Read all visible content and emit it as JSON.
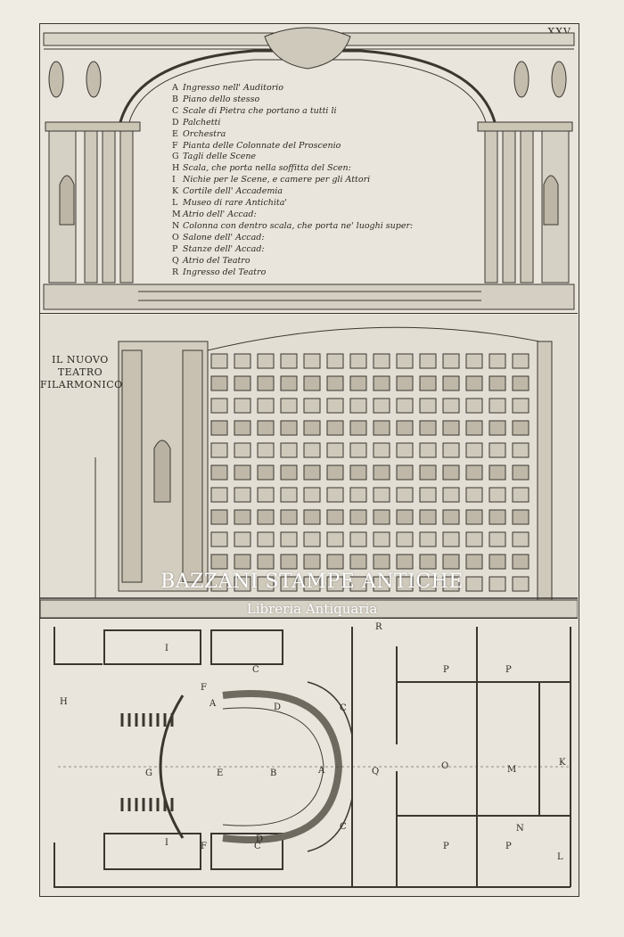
{
  "plate": {
    "number": "XXV"
  },
  "legend": [
    {
      "key": "A",
      "text": "Ingresso nell' Auditorio"
    },
    {
      "key": "B",
      "text": "Piano dello stesso"
    },
    {
      "key": "C",
      "text": "Scale di Pietra che portano a tutti li"
    },
    {
      "key": "D",
      "text": "Palchetti"
    },
    {
      "key": "E",
      "text": "Orchestra"
    },
    {
      "key": "F",
      "text": "Pianta delle Colonnate del Proscenio"
    },
    {
      "key": "G",
      "text": "Tagli delle Scene"
    },
    {
      "key": "H",
      "text": "Scala, che porta nella soffitta del Scen:"
    },
    {
      "key": "I",
      "text": "Nichie per le Scene, e camere per gli Attori"
    },
    {
      "key": "K",
      "text": "Cortile dell' Accademia"
    },
    {
      "key": "L",
      "text": "Museo di rare Antichita'"
    },
    {
      "key": "M",
      "text": "Atrio dell' Accad:"
    },
    {
      "key": "N",
      "text": "Colonna con dentro scala, che porta ne' luoghi super:"
    },
    {
      "key": "O",
      "text": "Salone dell' Accad:"
    },
    {
      "key": "P",
      "text": "Stanze dell' Accad:"
    },
    {
      "key": "Q",
      "text": "Atrio del Teatro"
    },
    {
      "key": "R",
      "text": "Ingresso del Teatro"
    }
  ],
  "section": {
    "title_lines": [
      "IL NUOVO",
      "TEATRO",
      "FILARMONICO"
    ]
  },
  "watermark": {
    "title": "BAZZANI STAMPE ANTICHE",
    "subtitle": "Libreria Antiquaria"
  },
  "plan_labels": {
    "R": "R",
    "P1": "P",
    "P2": "P",
    "P3": "P",
    "P4": "P",
    "H": "H",
    "I1": "I",
    "I2": "I",
    "C1": "C",
    "C2": "C",
    "C3": "C",
    "C4": "C",
    "F1": "F",
    "F2": "F",
    "A1": "A",
    "A2": "A",
    "D1": "D",
    "D2": "D",
    "G": "G",
    "E": "E",
    "B": "B",
    "Q": "Q",
    "O": "O",
    "M": "M",
    "K": "K",
    "N": "N",
    "L": "L"
  }
}
